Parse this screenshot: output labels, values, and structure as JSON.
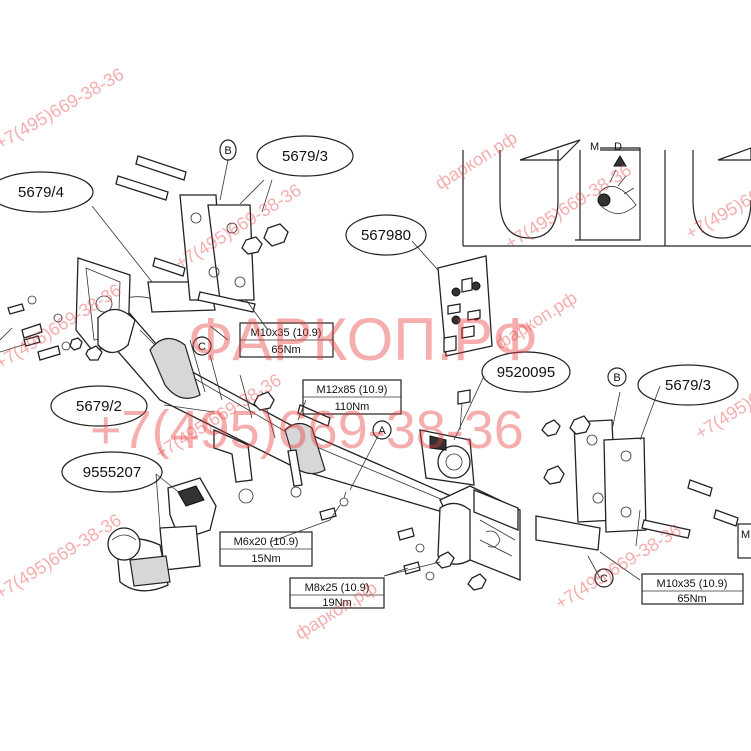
{
  "callouts": {
    "c1": "5679/4",
    "c2": "5679/3",
    "c3": "567980",
    "c4": "9520095",
    "c5": "5679/2",
    "c6": "5679/3",
    "c7": "9555207"
  },
  "letters": {
    "b_top": "B",
    "c_left": "C",
    "a_mid": "A",
    "b_right": "B",
    "c_right": "C",
    "m_inset": "M",
    "d_inset": "D"
  },
  "specs": {
    "s1": {
      "size": "M10x35 (10.9)",
      "torque": "65Nm"
    },
    "s2": {
      "size": "M12x85 (10.9)",
      "torque": "110Nm"
    },
    "s3": {
      "size": "M6x20 (10.9)",
      "torque": "15Nm"
    },
    "s4": {
      "size": "M8x25 (10.9)",
      "torque": "19Nm"
    },
    "s5": {
      "size": "M10x35 (10.9)",
      "torque": "65Nm"
    },
    "s6_partial": "M"
  },
  "watermark": {
    "main": "ФАРКОП.РФ",
    "phone": "+7(495)669-38-36",
    "site": "фаркоп.рф"
  }
}
